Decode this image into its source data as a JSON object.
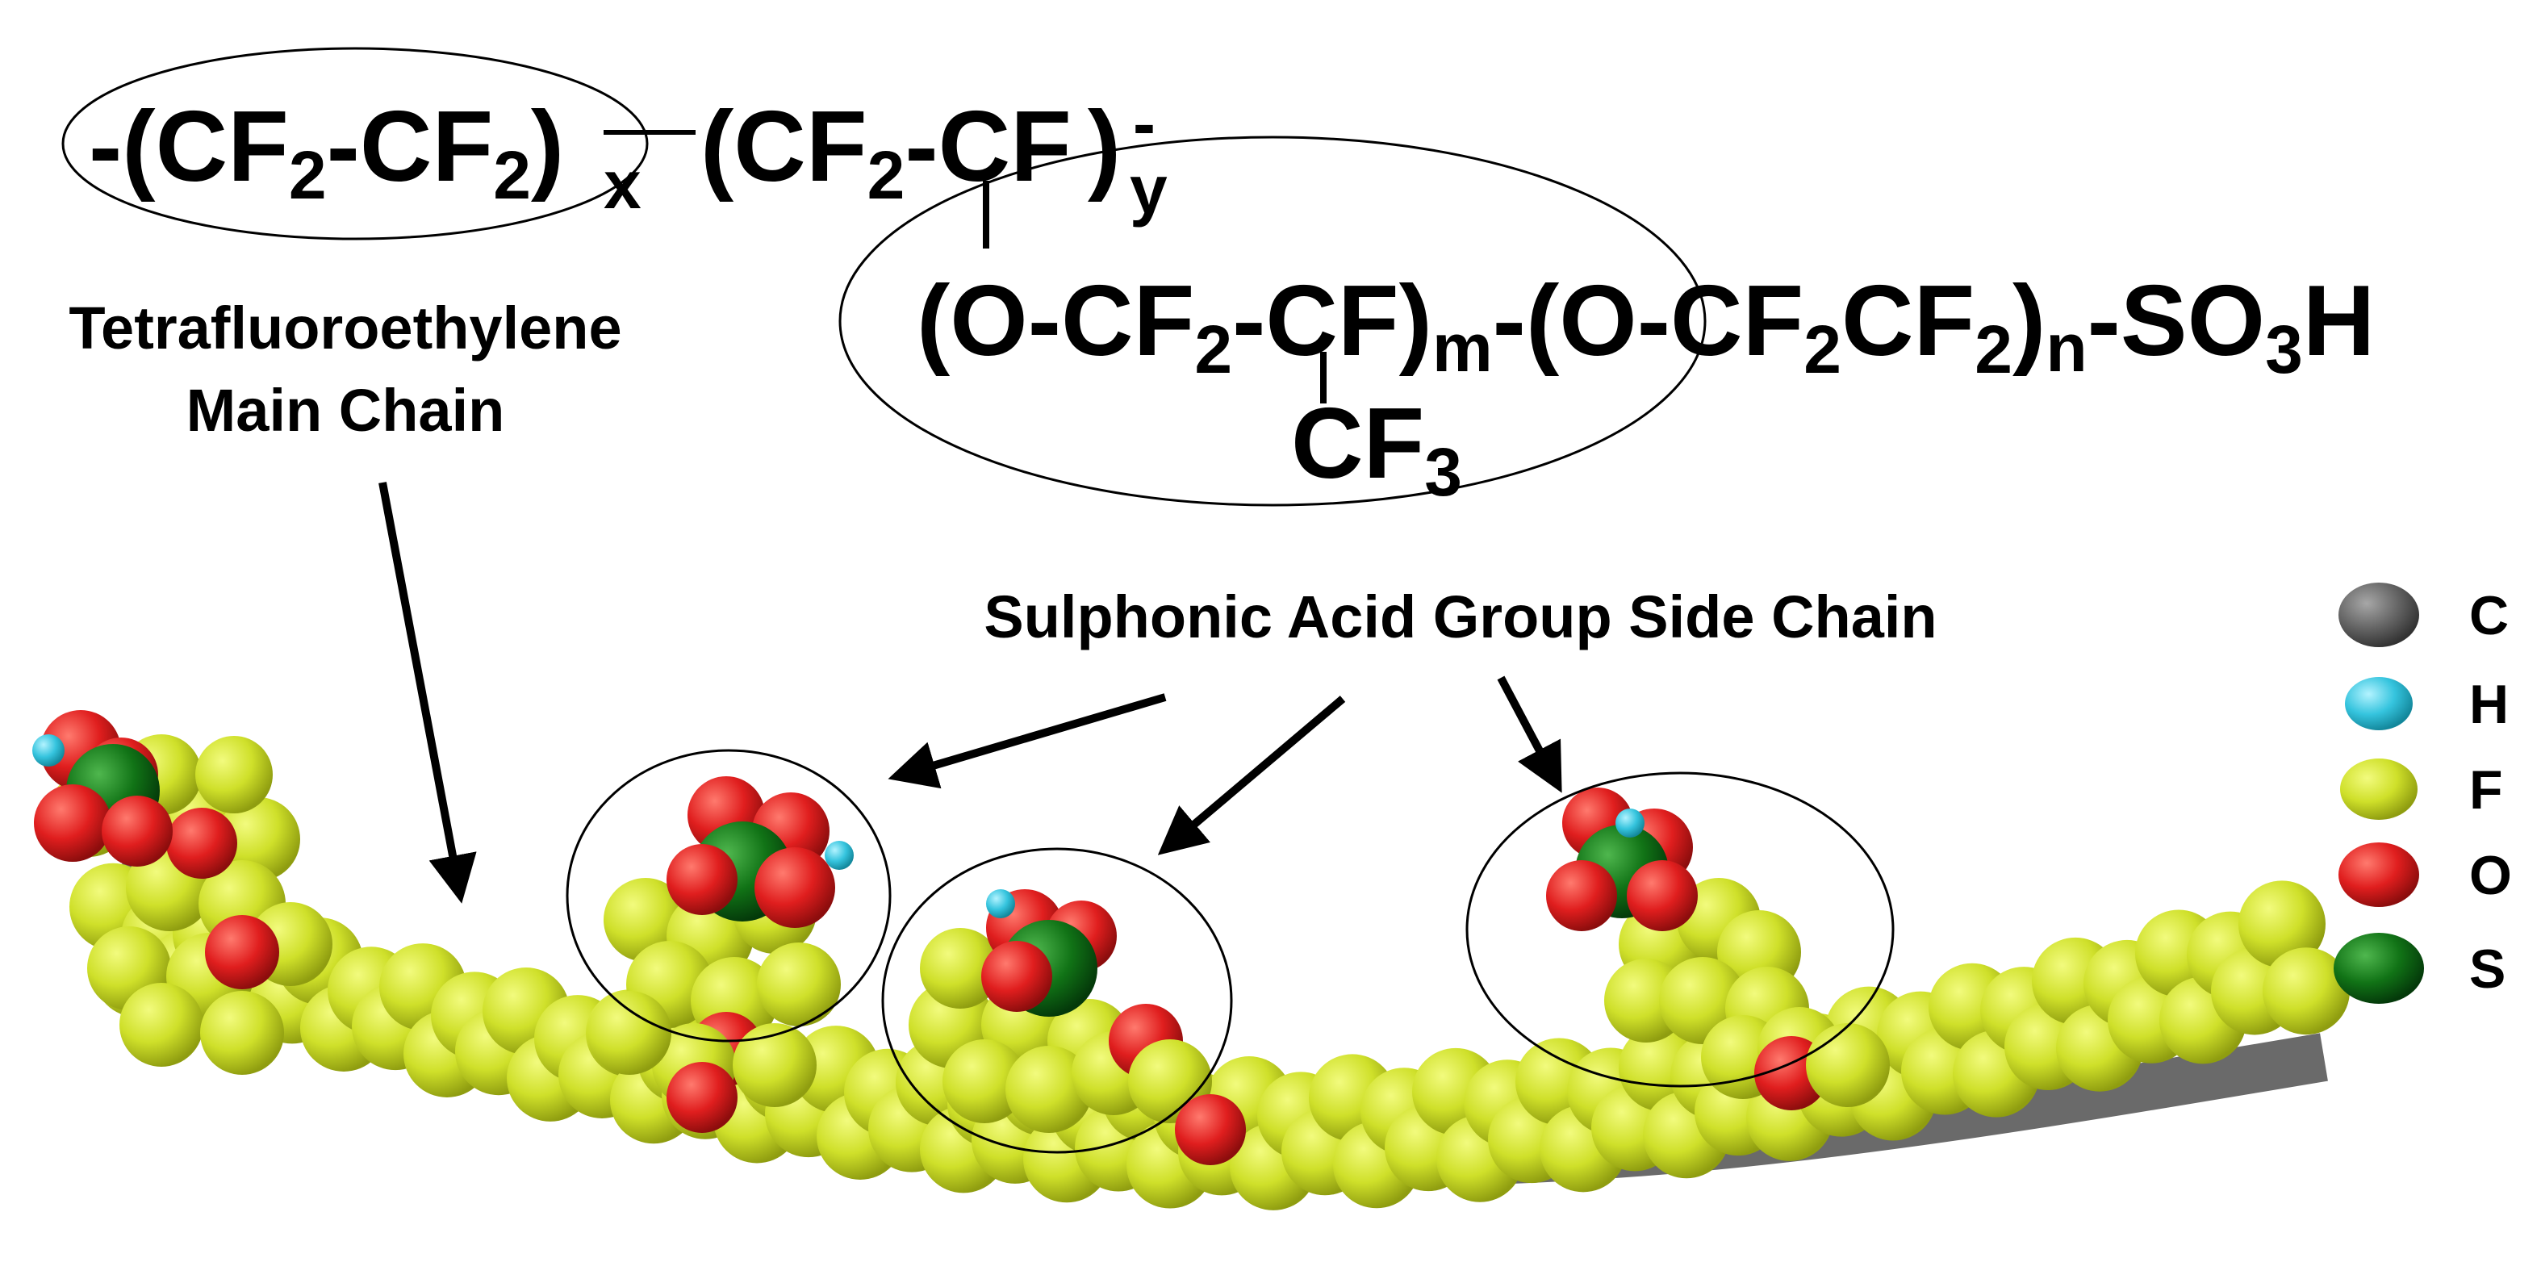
{
  "formula": {
    "main_chain": {
      "open": "-(CF",
      "sub1": "2",
      "mid": "-CF",
      "sub2": "2",
      "close": ")",
      "index": "x"
    },
    "branch": {
      "open": "(CF",
      "sub1": "2",
      "mid": "-CF",
      "close": ")",
      "index": "y",
      "tail": "-"
    },
    "side_chain": {
      "p1": "(O-CF",
      "s1": "2",
      "p2": "-CF)",
      "m": "m",
      "p3": "-(O-CF",
      "s2": "2",
      "p4": "CF",
      "s3": "2",
      "p5": ")",
      "n": "n",
      "p6": "-SO",
      "s4": "3",
      "p7": "H"
    },
    "branch_group": {
      "text": "CF",
      "sub": "3"
    }
  },
  "labels": {
    "main_chain_line1": "Tetrafluoroethylene",
    "main_chain_line2": "Main Chain",
    "side_chain": "Sulphonic Acid Group Side Chain"
  },
  "legend": {
    "items": [
      {
        "label": "C",
        "color": "#666666"
      },
      {
        "label": "H",
        "color": "#35c4de"
      },
      {
        "label": "F",
        "color": "#cfe02a"
      },
      {
        "label": "O",
        "color": "#e01e1e"
      },
      {
        "label": "S",
        "color": "#116a16"
      }
    ]
  },
  "colors": {
    "carbon": "#6a6a6a",
    "hydrogen": "#35c4de",
    "fluorine": "#cfe02a",
    "oxygen": "#e01e1e",
    "sulfur": "#116a16"
  }
}
